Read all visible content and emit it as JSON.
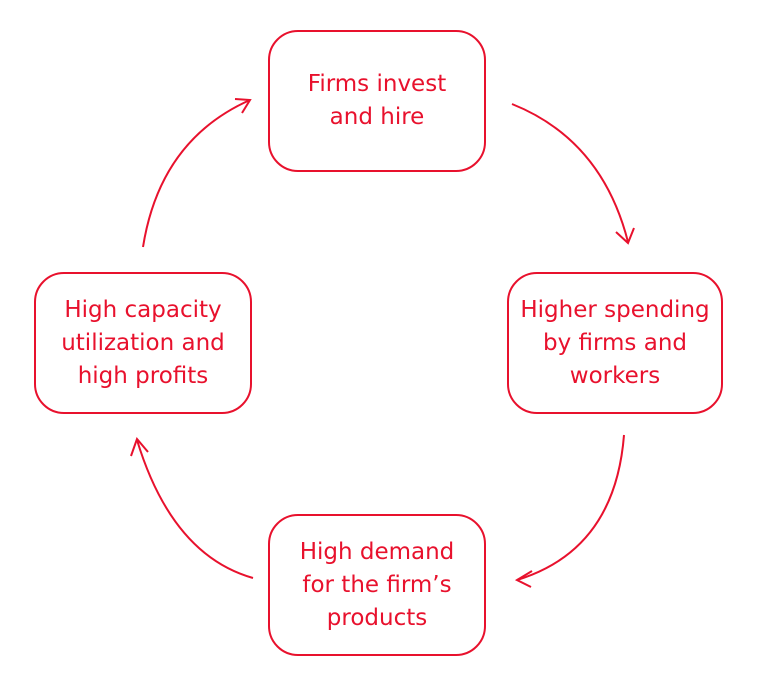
{
  "diagram": {
    "color": "#e8112d",
    "nodes": {
      "top": "Firms invest\nand hire",
      "right": "Higher spending\nby firms and\nworkers",
      "bottom": "High demand\nfor the firm’s\nproducts",
      "left": "High capacity\nutilization and\nhigh profits"
    },
    "arrows": [
      {
        "from": "top",
        "to": "right"
      },
      {
        "from": "right",
        "to": "bottom"
      },
      {
        "from": "bottom",
        "to": "left"
      },
      {
        "from": "left",
        "to": "top"
      }
    ]
  }
}
